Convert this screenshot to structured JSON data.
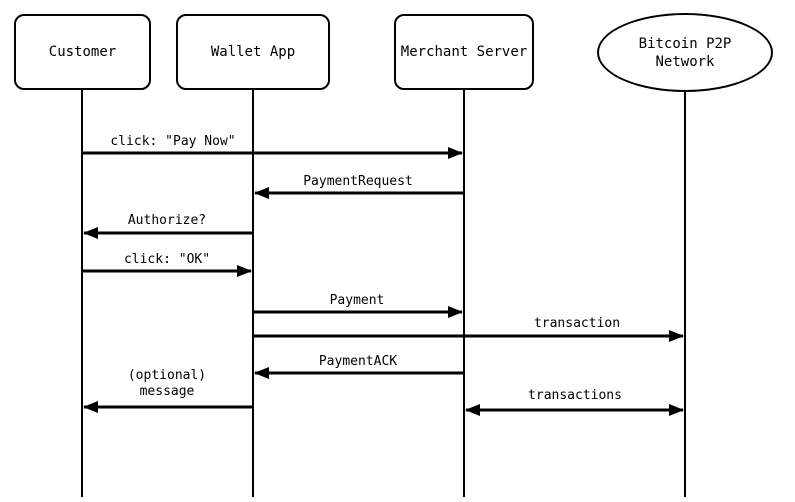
{
  "diagram_type": "sequence",
  "colors": {
    "line": "#000000",
    "background": "#ffffff",
    "box_fill": "#ffffff",
    "text": "#000000"
  },
  "participants": [
    {
      "label": "Customer",
      "shape": "rounded-rect"
    },
    {
      "label": "Wallet App",
      "shape": "rounded-rect"
    },
    {
      "label": "Merchant Server",
      "shape": "rounded-rect"
    },
    {
      "label": "Bitcoin P2P Network",
      "shape": "ellipse",
      "lines": [
        "Bitcoin P2P",
        "Network"
      ]
    }
  ],
  "messages": [
    {
      "label": "click: \"Pay Now\"",
      "from": "Customer",
      "to": "Merchant Server",
      "bidirectional": false
    },
    {
      "label": "PaymentRequest",
      "from": "Merchant Server",
      "to": "Wallet App",
      "bidirectional": false
    },
    {
      "label": "Authorize?",
      "from": "Wallet App",
      "to": "Customer",
      "bidirectional": false
    },
    {
      "label": "click: \"OK\"",
      "from": "Customer",
      "to": "Wallet App",
      "bidirectional": false
    },
    {
      "label": "Payment",
      "from": "Wallet App",
      "to": "Merchant Server",
      "bidirectional": false
    },
    {
      "label": "transaction",
      "from": "Wallet App",
      "to": "Bitcoin P2P Network",
      "bidirectional": false
    },
    {
      "label": "PaymentACK",
      "from": "Merchant Server",
      "to": "Wallet App",
      "bidirectional": false
    },
    {
      "label": "(optional) message",
      "lines": [
        "(optional)",
        "message"
      ],
      "from": "Wallet App",
      "to": "Customer",
      "bidirectional": false
    },
    {
      "label": "transactions",
      "from": "Merchant Server",
      "to": "Bitcoin P2P Network",
      "bidirectional": true
    }
  ]
}
